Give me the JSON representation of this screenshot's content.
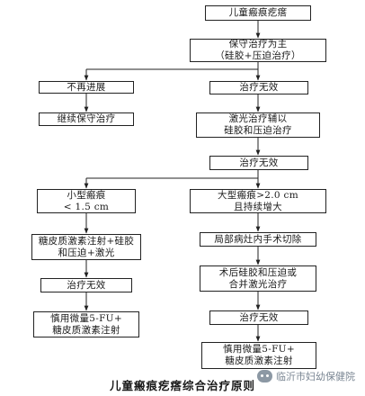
{
  "diagram": {
    "nodes": {
      "start": "儿童瘢痕疙瘩",
      "conservative": "保守治疗为主\n（硅胶+压迫治疗）",
      "no_progress": "不再进展",
      "continue_conservative": "继续保守治疗",
      "ineffective_1": "治疗无效",
      "laser_adjunct": "激光治疗辅以\n硅胶和压迫治疗",
      "ineffective_2": "治疗无效",
      "small_scar": "小型瘢痕\n< 1.5 cm",
      "large_scar": "大型瘢痕>2.0 cm\n且持续增大",
      "steroid_combo": "糖皮质激素注射+硅胶\n和压迫+激光",
      "intralesional_excision": "局部病灶内手术切除",
      "ineffective_3": "治疗无效",
      "postop": "术后硅胶和压迫或\n合并激光治疗",
      "fu_left": "慎用微量5-FU+\n糖皮质激素注射",
      "ineffective_4": "治疗无效",
      "fu_right": "慎用微量5-FU+\n糖皮质激素注射"
    },
    "caption": "儿童瘢痕疙瘩综合治疗原则",
    "watermark": "临沂市妇幼保健院"
  }
}
